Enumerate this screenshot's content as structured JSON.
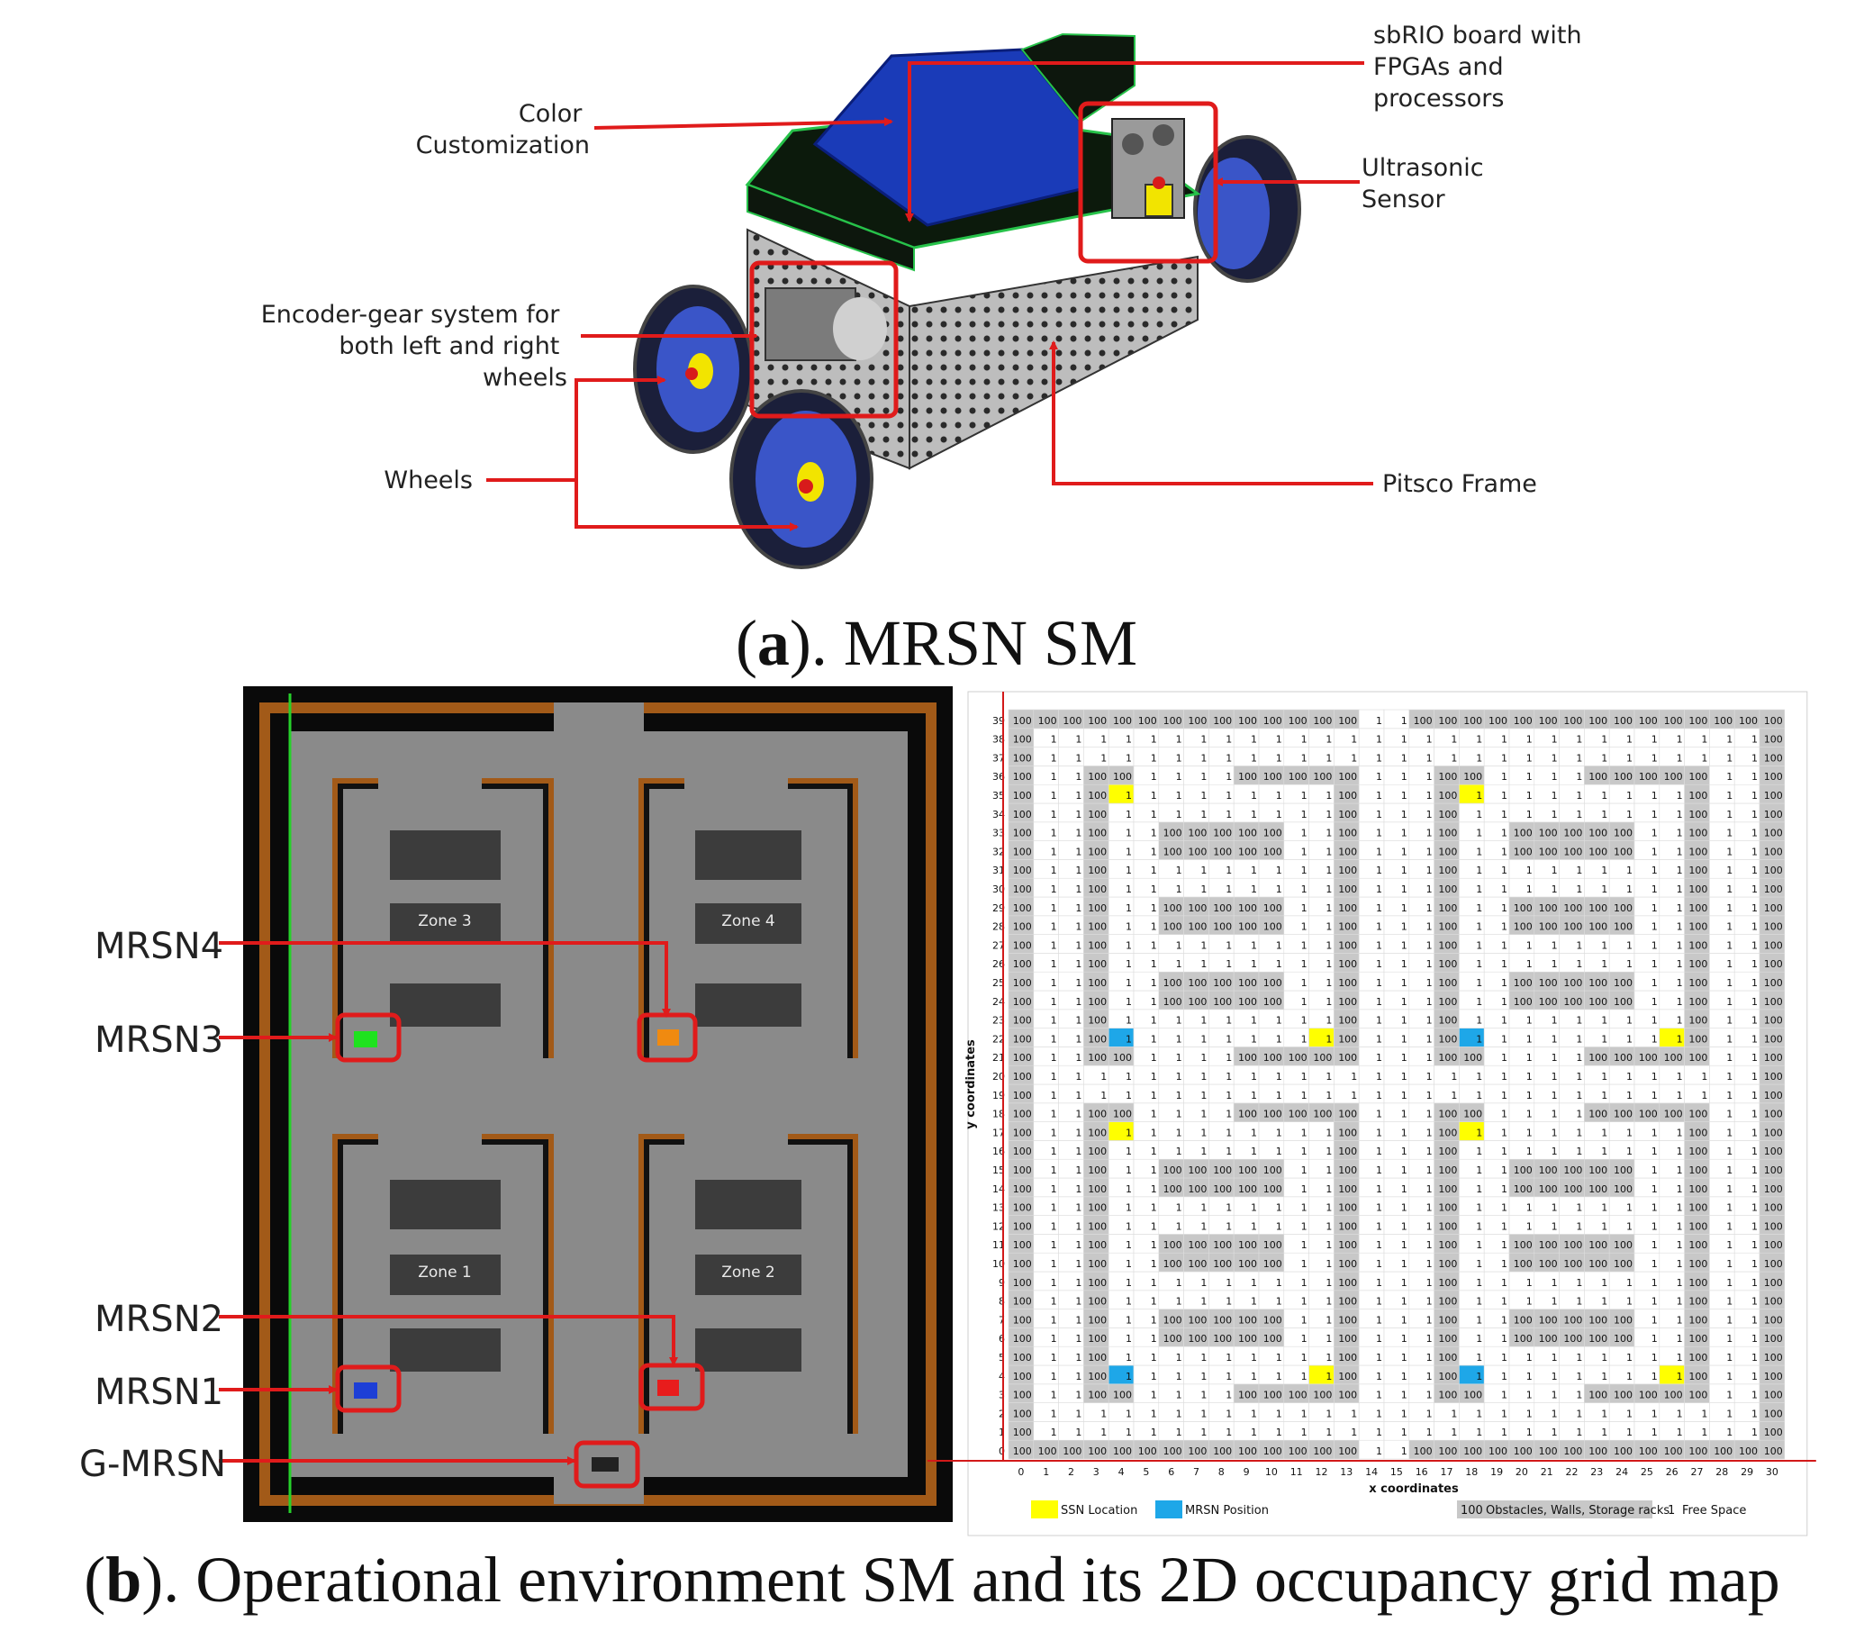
{
  "panel_a": {
    "callouts": {
      "color": [
        "Color",
        "Customization"
      ],
      "sbrio": [
        "sbRIO board with",
        "FPGAs and",
        "processors"
      ],
      "ultrasonic": [
        "Ultrasonic",
        "Sensor"
      ],
      "encoder": [
        "Encoder-gear system for",
        "both left and right",
        "wheels"
      ],
      "wheels": "Wheels",
      "pitsco": "Pitsco Frame"
    },
    "caption": {
      "letter": "a",
      "rest": "). MRSN SM",
      "open": "("
    }
  },
  "panel_b": {
    "robot_labels": {
      "mrsn4": "MRSN4",
      "mrsn3": "MRSN3",
      "mrsn2": "MRSN2",
      "mrsn1": "MRSN1",
      "gmrsn": "G-MRSN"
    },
    "zones": [
      "Zone 3",
      "Zone 4",
      "Zone 1",
      "Zone 2"
    ],
    "caption": {
      "open": "(",
      "letter": "b",
      "rest": "). Operational environment SM and its 2D occupancy grid map"
    }
  },
  "grid_map": {
    "x_axis_label": "x coordinates",
    "y_axis_label": "y coordinates",
    "x_min": 0,
    "x_max": 30,
    "y_min": 0,
    "y_max": 39,
    "obstacle_value": "100",
    "free_value": "1",
    "legend": {
      "ssn": "SSN Location",
      "mrsn": "MRSN Position",
      "obstacle_value": "100",
      "obstacle": "Obstacles, Walls, Storage racks",
      "free_value": "1",
      "free": "Free Space"
    },
    "colors": {
      "ssn": "#ffff00",
      "mrsn": "#1ea7e8",
      "obstacle": "#c8c8c8",
      "free": "#ffffff"
    },
    "ssn_cells": [
      [
        4,
        35
      ],
      [
        18,
        35
      ],
      [
        12,
        22
      ],
      [
        26,
        22
      ],
      [
        4,
        17
      ],
      [
        18,
        17
      ],
      [
        12,
        4
      ],
      [
        26,
        4
      ]
    ],
    "mrsn_cells": [
      [
        4,
        22
      ],
      [
        18,
        22
      ],
      [
        4,
        4
      ],
      [
        18,
        4
      ]
    ]
  }
}
